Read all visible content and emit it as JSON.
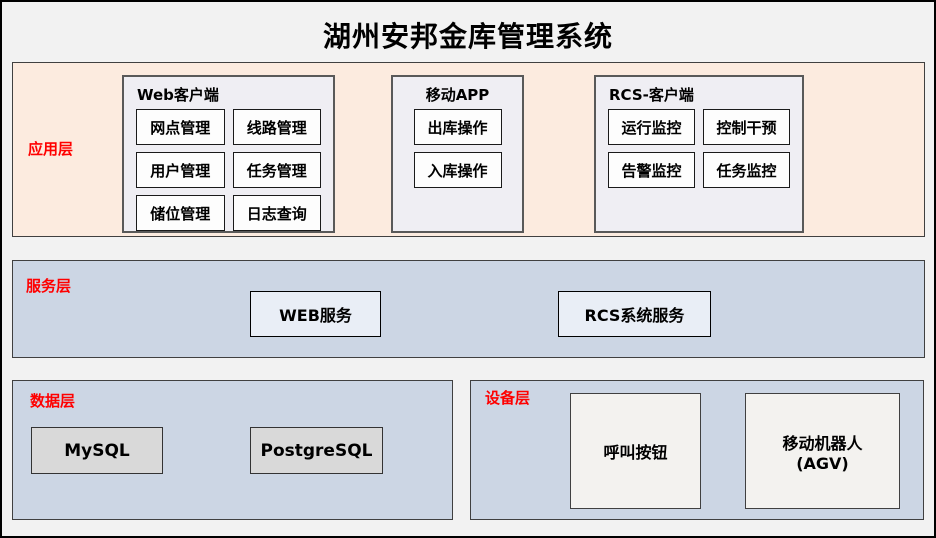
{
  "title": "湖州安邦金库管理系统",
  "colors": {
    "label_red": "#ff0000",
    "app_layer_bg": "#fcebdf",
    "blue_layer_bg": "#ccd6e4",
    "client_panel_bg": "#efeef3",
    "node_bg": "#fdfdfd",
    "service_node_bg": "#e9eef6",
    "db_node_bg": "#d9d9d9",
    "device_node_bg": "#f3f2ef"
  },
  "layers": {
    "application": {
      "label": "应用层",
      "groups": [
        {
          "name": "Web客户端",
          "items": [
            "网点管理",
            "线路管理",
            "用户管理",
            "任务管理",
            "储位管理",
            "日志查询"
          ]
        },
        {
          "name": "移动APP",
          "items": [
            "出库操作",
            "入库操作"
          ]
        },
        {
          "name": "RCS-客户端",
          "items": [
            "运行监控",
            "控制干预",
            "告警监控",
            "任务监控"
          ]
        }
      ]
    },
    "service": {
      "label": "服务层",
      "nodes": [
        "WEB服务",
        "RCS系统服务"
      ]
    },
    "data": {
      "label": "数据层",
      "nodes": [
        "MySQL",
        "PostgreSQL"
      ]
    },
    "device": {
      "label": "设备层",
      "nodes": [
        "呼叫按钮",
        "移动机器人\n(AGV)"
      ]
    }
  }
}
